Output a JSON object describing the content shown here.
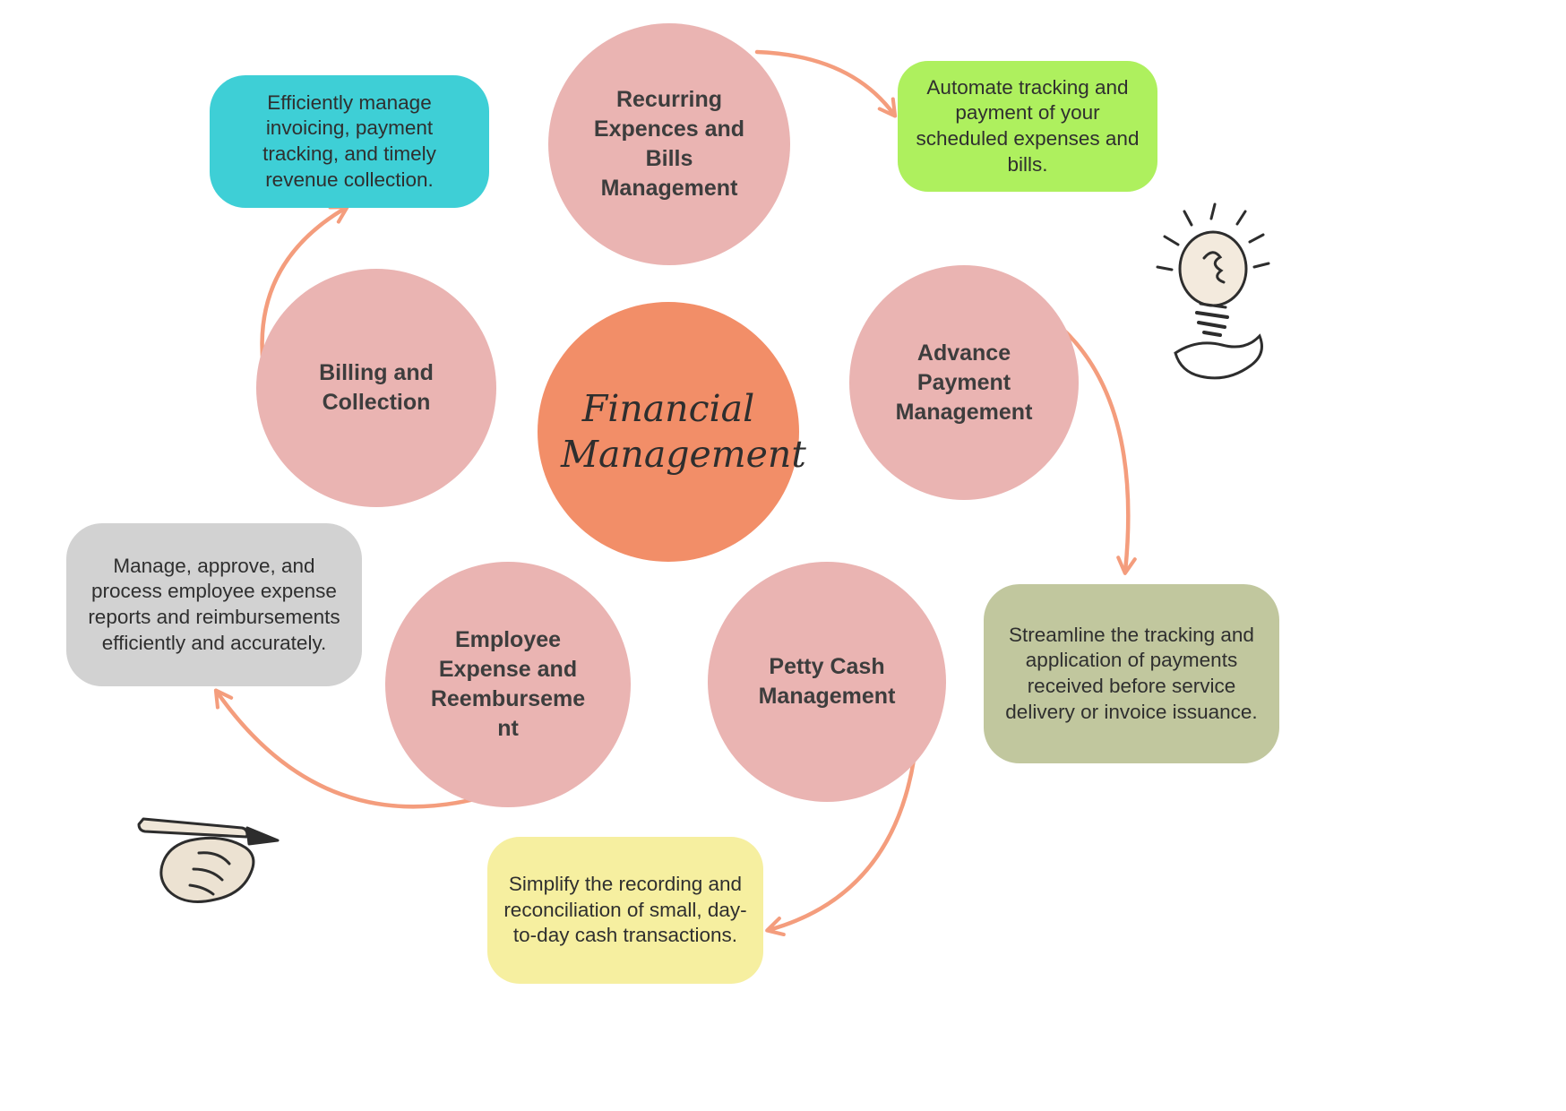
{
  "page": {
    "title": "Financial Management",
    "background": "#ffffff"
  },
  "nodes": {
    "center": {
      "label": "Financial Management"
    },
    "recurring": {
      "label": "Recurring Expences and Bills Management"
    },
    "billing": {
      "label": "Billing and Collection"
    },
    "advance": {
      "label": "Advance Payment Management"
    },
    "employee": {
      "label": "Employee Expense and Reembursement"
    },
    "petty": {
      "label": "Petty Cash Management"
    }
  },
  "callouts": {
    "billing_note": {
      "text": "Efficiently manage invoicing, payment tracking, and timely revenue collection."
    },
    "recurring_note": {
      "text": "Automate tracking and payment of your scheduled expenses and bills."
    },
    "employee_note": {
      "text": "Manage, approve, and process employee expense reports and reimbursements efficiently and accurately."
    },
    "advance_note": {
      "text": "Streamline the tracking and application of payments received before service delivery or invoice issuance."
    },
    "petty_note": {
      "text": "Simplify the recording and reconciliation of small, day-to-day cash transactions."
    }
  },
  "colors": {
    "node_pink": "#eab4b2",
    "node_center": "#f28e68",
    "callout_cyan": "#3ecfd6",
    "callout_green": "#aef05e",
    "callout_gray": "#d2d2d2",
    "callout_olive": "#c1c79e",
    "callout_yellow": "#f6efa0",
    "arrow": "#f49d7d",
    "label_text": "#3d3d3d",
    "note_text": "#2f2f2f"
  },
  "icons": {
    "lightbulb": "lightbulb-sketch-icon",
    "hand_pen": "hand-writing-sketch-icon"
  }
}
